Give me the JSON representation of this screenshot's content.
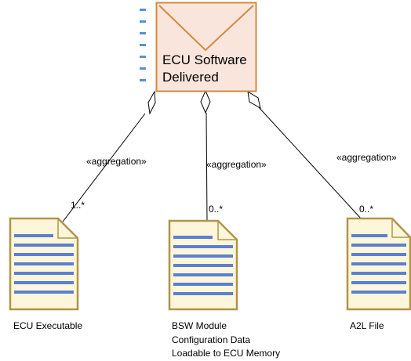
{
  "main_element": {
    "label_lines": [
      "ECU Software",
      "Delivered"
    ],
    "icon": "envelope-icon",
    "fill_color": "#FAE5DC",
    "border_color": "#D08B3E",
    "port_color": "#5B8ED6"
  },
  "connectors": [
    {
      "stereotype": "«aggregation»",
      "multiplicity": "1..*"
    },
    {
      "stereotype": "«aggregation»",
      "multiplicity": "0..*"
    },
    {
      "stereotype": "«aggregation»",
      "multiplicity": "0..*"
    }
  ],
  "artifacts": [
    {
      "label_lines": [
        "ECU Executable"
      ],
      "icon": "document-icon"
    },
    {
      "label_lines": [
        "BSW Module",
        "Configuration Data",
        "Loadable to ECU Memory"
      ],
      "icon": "document-icon"
    },
    {
      "label_lines": [
        "A2L File"
      ],
      "icon": "document-icon"
    }
  ],
  "document_colors": {
    "fill": "#FDF6DA",
    "border": "#B0954A",
    "lines": "#5B80D0"
  }
}
